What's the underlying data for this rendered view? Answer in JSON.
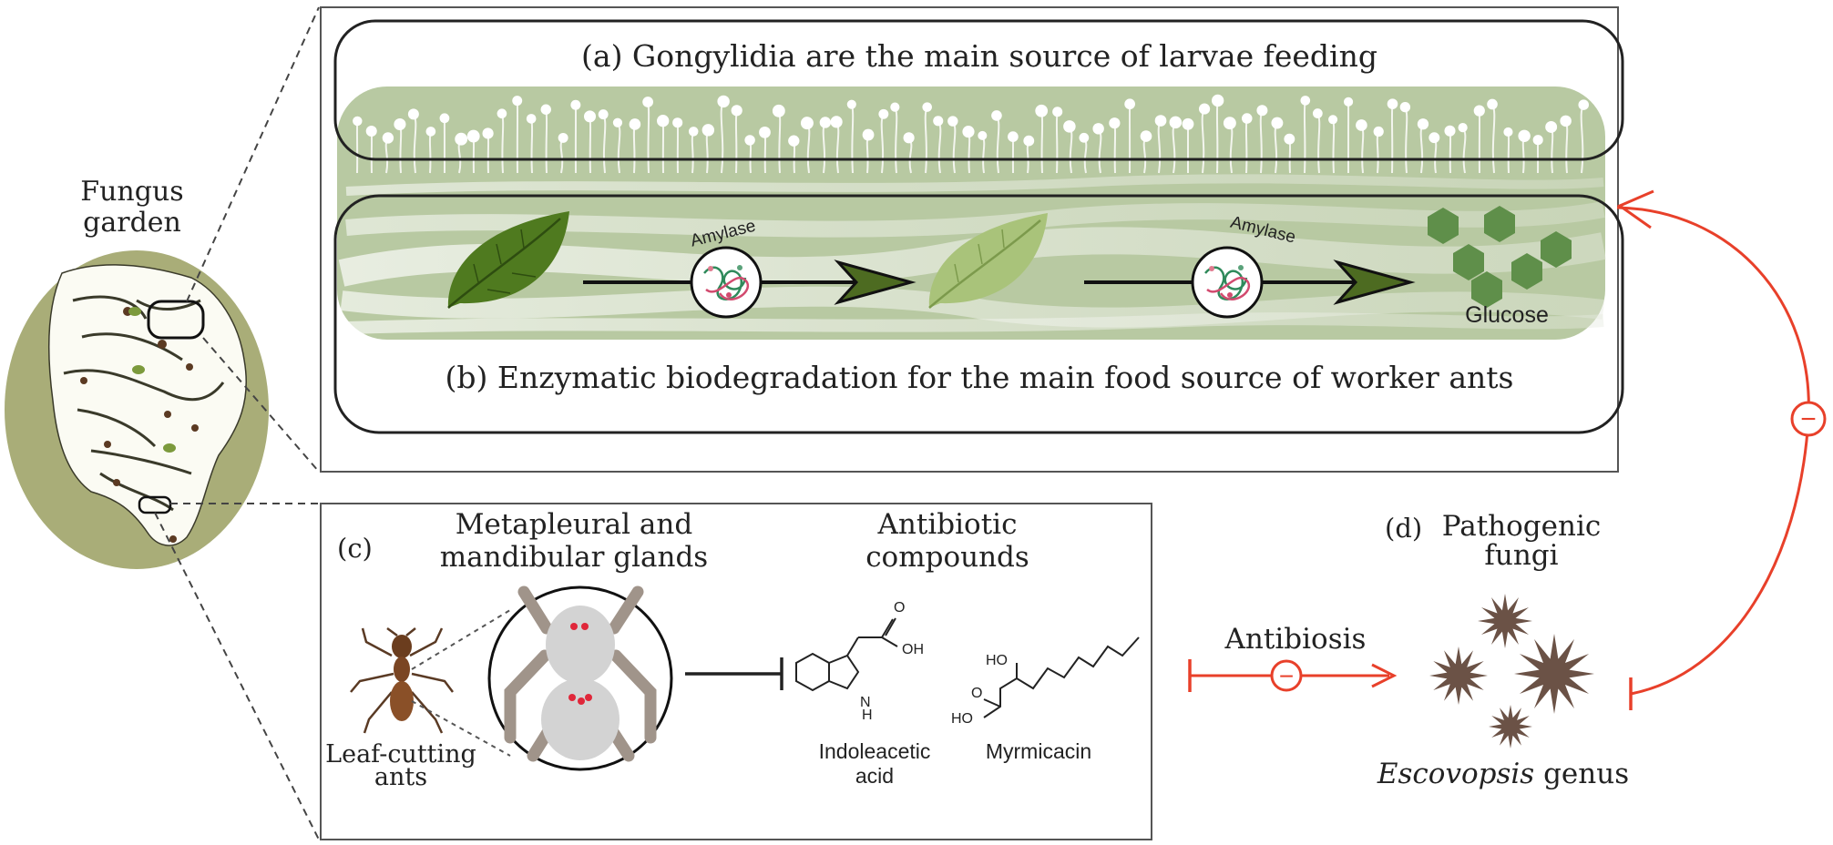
{
  "fungus_garden": {
    "label_line1": "Fungus",
    "label_line2": "garden"
  },
  "panel_a": {
    "title": "(a) Gongylidia are the main source of larvae feeding"
  },
  "panel_b": {
    "title": "(b) Enzymatic biodegradation for the main food source of worker ants",
    "enzyme_label_1": "Amylase",
    "enzyme_label_2": "Amylase",
    "product_label": "Glucose"
  },
  "panel_c": {
    "letter": "(c)",
    "glands_line1": "Metapleural and",
    "glands_line2": "mandibular glands",
    "antibiotic_line1": "Antibiotic",
    "antibiotic_line2": "compounds",
    "ant_line1": "Leaf-cutting",
    "ant_line2": "ants",
    "compound1_line1": "Indoleacetic",
    "compound1_line2": "acid",
    "compound2": "Myrmicacin",
    "atom_oh1": "OH",
    "atom_o1": "O",
    "atom_n": "N",
    "atom_h": "H",
    "atom_ho2": "HO",
    "atom_oh2": "HO",
    "atom_o2": "O"
  },
  "antibiosis": {
    "label": "Antibiosis",
    "sign": "−"
  },
  "panel_d": {
    "letter": "(d)",
    "title_line1": "Pathogenic",
    "title_line2": "fungi",
    "genus_italic": "Escovopsis",
    "genus_suffix": " genus"
  },
  "inhibition_sign": "−",
  "colors": {
    "garden_fill": "#a9ad78",
    "mycelium_green": "#b8c9a2",
    "leaf_dark": "#4f7a1f",
    "leaf_light": "#a9c37a",
    "glucose": "#5f8f4a",
    "arrow_head": "#4d6b21",
    "red": "#e8402a",
    "pathogen": "#6b5246",
    "frame": "#555555"
  }
}
